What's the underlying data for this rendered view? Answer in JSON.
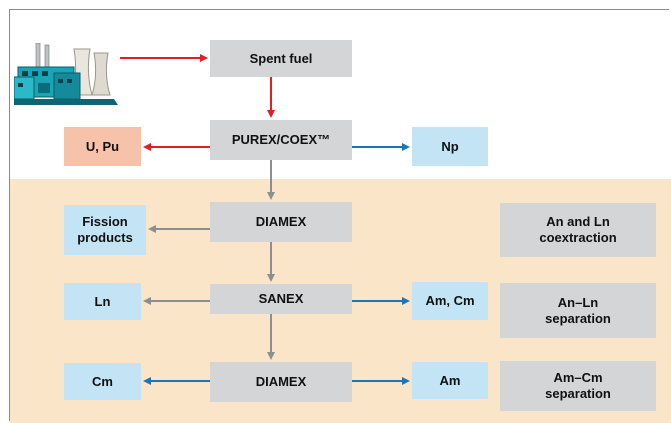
{
  "colors": {
    "red_arrow": "#e41e26",
    "blue_arrow": "#1b75bb",
    "grey_arrow": "#8c8f91",
    "process_box": "#d3d5d6",
    "product_box": "#c2e4f5",
    "recycle_box": "#f7c2aa",
    "panel": "#fbe5c8"
  },
  "icons": {
    "plant": "nuclear-power-plant-icon"
  },
  "nodes": {
    "spent_fuel": "Spent fuel",
    "purex": "PUREX/COEX™",
    "u_pu": "U, Pu",
    "np": "Np",
    "diamex1": "DIAMEX",
    "fission": "Fission\nproducts",
    "sanex": "SANEX",
    "ln": "Ln",
    "am_cm": "Am, Cm",
    "diamex2": "DIAMEX",
    "cm": "Cm",
    "am": "Am"
  },
  "stages": {
    "coextraction": "An and Ln\ncoextraction",
    "an_ln_sep": "An–Ln\nseparation",
    "am_cm_sep": "Am–Cm\nseparation"
  }
}
